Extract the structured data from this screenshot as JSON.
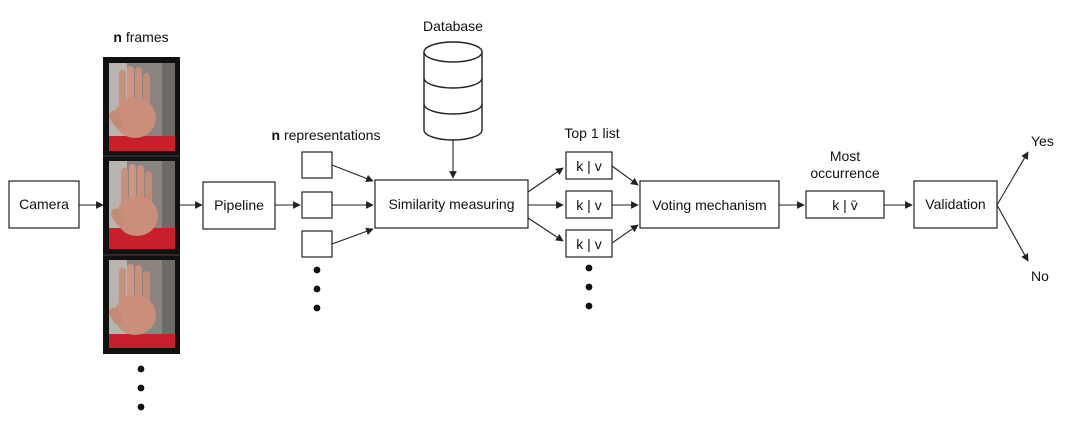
{
  "diagram": {
    "nodes": {
      "camera": "Camera",
      "pipeline": "Pipeline",
      "similarity": "Similarity measuring",
      "voting": "Voting mechanism",
      "validation": "Validation",
      "kv": "k | v",
      "most": "k | v̄"
    },
    "captions": {
      "frames_bold": "n",
      "frames_rest": " frames",
      "reps_bold": "n",
      "reps_rest": " representations",
      "database": "Database",
      "top1": "Top 1 list",
      "most_line1": "Most",
      "most_line2": "occurrence",
      "yes": "Yes",
      "no": "No"
    },
    "frame_images": [
      "hand raised, palm facing camera",
      "hand raised, palm facing camera",
      "hand raised, palm facing camera"
    ],
    "colors": {
      "skin": "#c98f7a",
      "shirt": "#c8202a",
      "film": "#111111"
    }
  }
}
